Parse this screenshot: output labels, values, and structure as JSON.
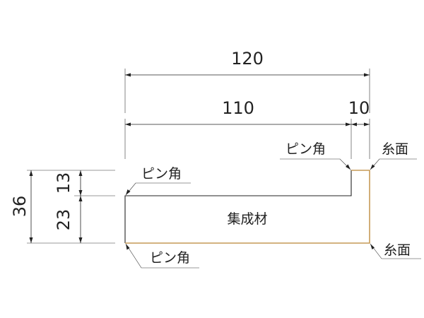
{
  "dimensions": {
    "overall_width": "120",
    "main_width": "110",
    "step_width": "10",
    "overall_height": "36",
    "upper_height": "13",
    "lower_height": "23"
  },
  "labels": {
    "pin_kado": "ピン角",
    "ito_men": "糸面",
    "material": "集成材"
  },
  "colors": {
    "line": "#222222",
    "wood_edge": "#c69a56"
  }
}
